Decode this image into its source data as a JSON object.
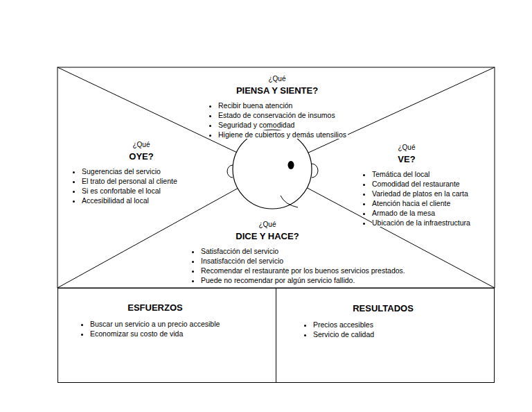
{
  "diagram": {
    "nodes": [
      {
        "text": [
          "¿Qué",
          "PIENSA Y SIENTE?",
          "Recibir buena atención",
          "Estado de conservación de insumos",
          "Seguridad y comodidad",
          "Higiene de cubiertos y demás utensilios"
        ]
      },
      {
        "text": [
          "¿Qué",
          "OYE?",
          "Sugerencias del servicio",
          "El trato del personal al cliente",
          "Si es confortable el local",
          "Accesibilidad al local"
        ]
      },
      {
        "text": [
          "¿Qué",
          "VE?",
          "Temática del local",
          "Comodidad del restaurante",
          "Variedad de platos en la carta",
          "Atención hacia el cliente",
          "Armado de la mesa",
          "Ubicación de la infraestructura"
        ]
      },
      {
        "text": [
          "¿Qué",
          "DICE Y HACE?",
          "Satisfacción del servicio",
          "Insatisfacción del servicio",
          "Recomendar el restaurante por los buenos servicios prestados.",
          "Puede no recomendar por algún servicio fallido."
        ]
      },
      {
        "text": [
          "ESFUERZOS",
          "Buscar un servicio a un precio accesible",
          "Economizar su costo de vida"
        ]
      },
      {
        "text": [
          "RESULTADOS",
          "Precios accesibles",
          "Servicio de calidad"
        ]
      }
    ]
  }
}
